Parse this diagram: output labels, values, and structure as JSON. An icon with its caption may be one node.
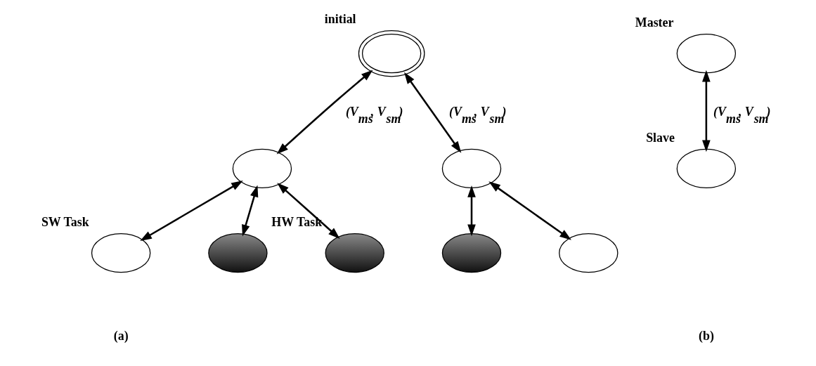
{
  "diagram": {
    "nodes": [
      {
        "text": [],
        "shape": "circle",
        "beside": [
          "initial"
        ]
      },
      {
        "text": [],
        "shape": "circle"
      },
      {
        "text": [],
        "shape": "circle"
      },
      {
        "text": [],
        "shape": "circle",
        "beside": [
          "SW Task"
        ]
      },
      {
        "text": [],
        "shape": "circle"
      },
      {
        "text": [],
        "shape": "circle",
        "beside": [
          "HW Task"
        ]
      },
      {
        "text": [],
        "shape": "circle"
      },
      {
        "text": [],
        "shape": "circle"
      },
      {
        "text": [],
        "shape": "circle",
        "beside": [
          "Master"
        ]
      },
      {
        "text": [],
        "shape": "circle",
        "beside": [
          "Slave"
        ]
      }
    ],
    "edges": [
      {
        "from": 0,
        "to": 1,
        "arrow": "both",
        "label": "(V$_{ms}$, V$_{sm}$)"
      },
      {
        "from": 0,
        "to": 2,
        "arrow": "both",
        "label": "(V$_{ms}$, V$_{sm}$)"
      },
      {
        "from": 1,
        "to": 3,
        "arrow": "both"
      },
      {
        "from": 1,
        "to": 4,
        "arrow": "both"
      },
      {
        "from": 1,
        "to": 5,
        "arrow": "both"
      },
      {
        "from": 2,
        "to": 6,
        "arrow": "both"
      },
      {
        "from": 2,
        "to": 7,
        "arrow": "both"
      },
      {
        "from": 8,
        "to": 9,
        "arrow": "both",
        "label": "(V$_{ms}$, V$_{sm}$)"
      }
    ],
    "labels": [
      "(a)",
      "(b)"
    ]
  }
}
